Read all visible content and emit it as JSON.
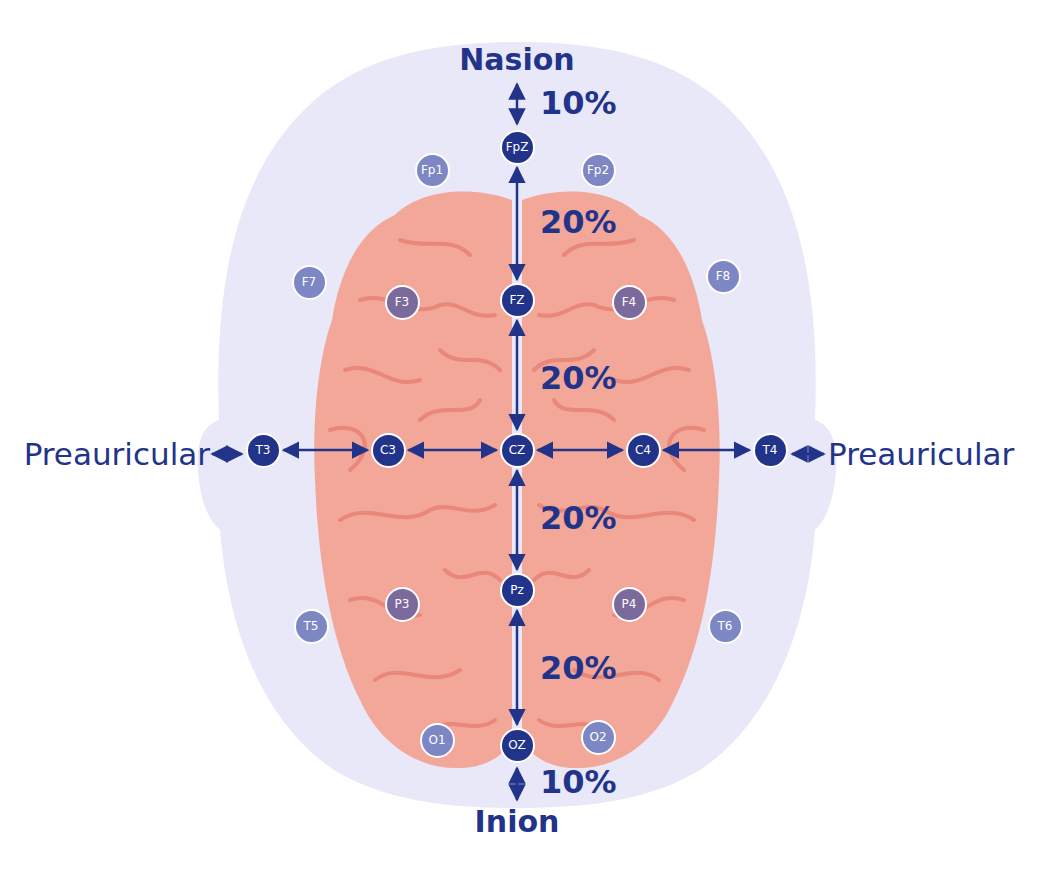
{
  "diagram": {
    "nodes": [
      {
        "text": [
          "FpZ"
        ]
      },
      {
        "text": [
          "Fp1"
        ]
      },
      {
        "text": [
          "Fp2"
        ]
      },
      {
        "text": [
          "F7"
        ]
      },
      {
        "text": [
          "F3"
        ]
      },
      {
        "text": [
          "FZ"
        ]
      },
      {
        "text": [
          "F4"
        ]
      },
      {
        "text": [
          "F8"
        ]
      },
      {
        "text": [
          "T3"
        ]
      },
      {
        "text": [
          "C3"
        ]
      },
      {
        "text": [
          "CZ"
        ]
      },
      {
        "text": [
          "C4"
        ]
      },
      {
        "text": [
          "T4"
        ]
      },
      {
        "text": [
          "T5"
        ]
      },
      {
        "text": [
          "P3"
        ]
      },
      {
        "text": [
          "Pz"
        ]
      },
      {
        "text": [
          "P4"
        ]
      },
      {
        "text": [
          "T6"
        ]
      },
      {
        "text": [
          "O1"
        ]
      },
      {
        "text": [
          "OZ"
        ]
      },
      {
        "text": [
          "O2"
        ]
      }
    ],
    "edges": [
      {
        "from": 0,
        "to": 5,
        "arrow": "both"
      },
      {
        "from": 5,
        "to": 10,
        "arrow": "both"
      },
      {
        "from": 10,
        "to": 15,
        "arrow": "both"
      },
      {
        "from": 15,
        "to": 19,
        "arrow": "both"
      },
      {
        "from": 8,
        "to": 9,
        "arrow": "both"
      },
      {
        "from": 9,
        "to": 10,
        "arrow": "both"
      },
      {
        "from": 10,
        "to": 11,
        "arrow": "both"
      },
      {
        "from": 11,
        "to": 12,
        "arrow": "both"
      }
    ],
    "labels": [
      "Nasion",
      "10%",
      "20%",
      "20%",
      "Preauricular",
      "Preauricular",
      "20%",
      "20%",
      "10%",
      "Inion"
    ]
  }
}
